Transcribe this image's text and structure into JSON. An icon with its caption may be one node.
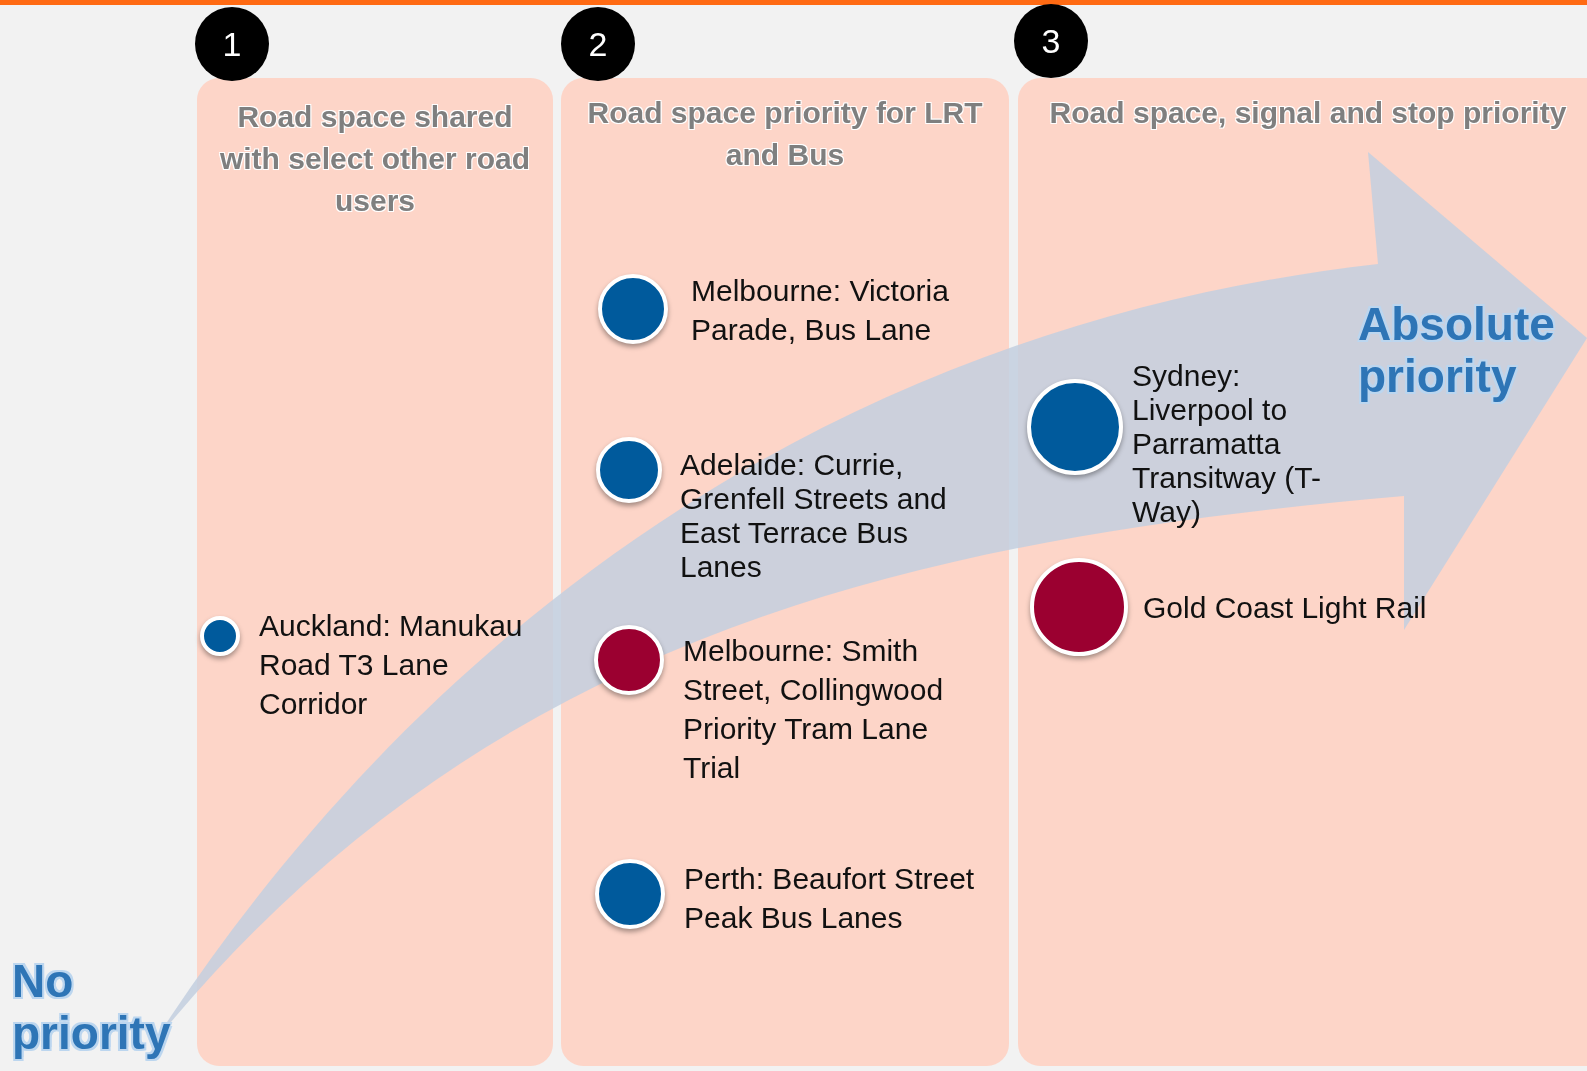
{
  "diagram": {
    "nodes": [
      {
        "text": [
          "1"
        ]
      },
      {
        "text": [
          "Road space shared with select other road users"
        ]
      },
      {
        "text": [],
        "shape": "circle",
        "beside": [
          "Auckland: Manukau Road T3 Lane Corridor"
        ],
        "in": 1
      },
      {
        "text": [
          "2"
        ]
      },
      {
        "text": [
          "Road space priority for LRT and Bus"
        ]
      },
      {
        "text": [],
        "shape": "circle",
        "beside": [
          "Melbourne: Victoria Parade, Bus Lane"
        ],
        "in": 4
      },
      {
        "text": [],
        "shape": "circle",
        "beside": [
          "Adelaide: Currie, Grenfell Streets and East Terrace Bus Lanes"
        ],
        "in": 4
      },
      {
        "text": [],
        "shape": "circle",
        "beside": [
          "Melbourne: Smith Street, Collingwood Priority Tram Lane Trial"
        ],
        "in": 4
      },
      {
        "text": [],
        "shape": "circle",
        "beside": [
          "Perth: Beaufort Street Peak Bus Lanes"
        ],
        "in": 4
      },
      {
        "text": [
          "3"
        ]
      },
      {
        "text": [
          "Road space, signal and stop priority"
        ]
      },
      {
        "text": [],
        "shape": "circle",
        "beside": [
          "Sydney: Liverpool to Parramatta Transitway (T-Way)"
        ],
        "in": 10
      },
      {
        "text": [],
        "shape": "circle",
        "beside": [
          "Gold Coast Light Rail"
        ],
        "in": 10
      }
    ],
    "labels": [
      "No priority",
      "Absolute priority"
    ]
  }
}
